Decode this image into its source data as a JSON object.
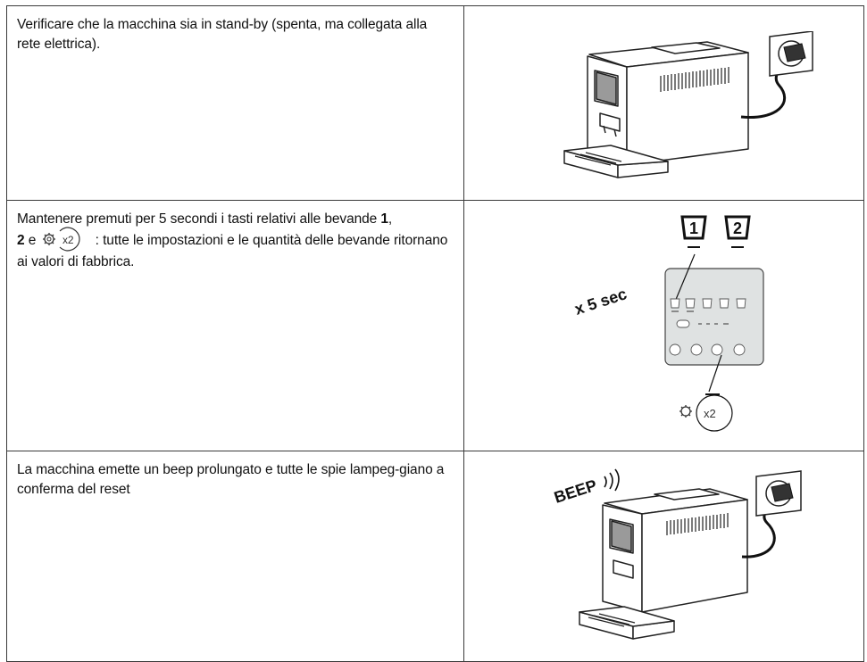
{
  "steps": [
    {
      "text": "Verificare  che la macchina sia in stand-by (spenta, ma collegata alla rete elettrica).",
      "illustration": "coffee-machine-plugged-in"
    },
    {
      "text_before": "Mantenere premuti per 5 secondi i tasti relativi alle bevande ",
      "num1": "1",
      "sep1": ",",
      "num2": "2",
      "sep2": " e ",
      "button_label": "x2",
      "text_after": " : tutte le impostazioni e le quantità delle bevande ritornano ai valori di fabbrica.",
      "illustration": "control-panel-press",
      "label_duration": "x 5 sec",
      "key1": "1",
      "key2": "2",
      "zoom_button": "x2"
    },
    {
      "text": "La macchina emette un beep prolungato e tutte le spie lampeg-giano a conferma del reset",
      "illustration": "coffee-machine-beep",
      "label_beep": "BEEP"
    }
  ]
}
